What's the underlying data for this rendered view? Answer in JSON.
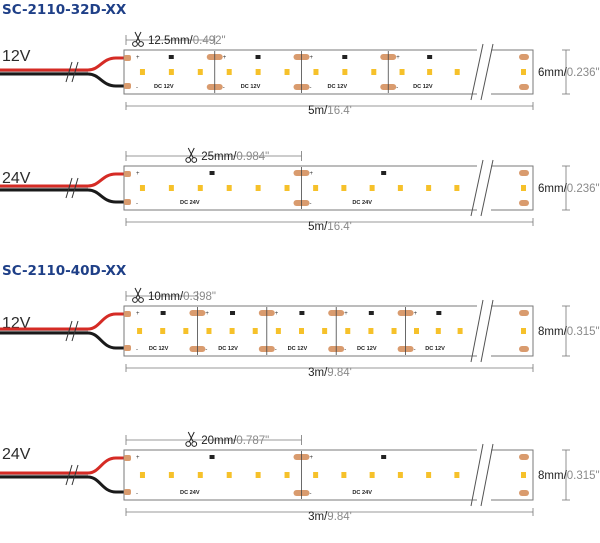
{
  "colors": {
    "title": "#1e3f87",
    "wire_red": "#d52b25",
    "wire_black": "#1a1a1a",
    "led": "#f6c12a",
    "pad": "#d99b6e",
    "strip_border": "#7a7a7a",
    "dimension_line": "#777777",
    "secondary_unit": "#8a8a8a"
  },
  "icons": [
    "scissors-icon",
    "resistor-icon",
    "cut-mark-icon"
  ],
  "groups": [
    {
      "model": "SC-2110-32D-XX",
      "strips": [
        {
          "voltage": "12V",
          "dc_label": "DC 12V",
          "cut_interval_mm": "12.5mm",
          "cut_interval_in": "0.492\"",
          "width_mm": "6mm",
          "width_in": "0.236\"",
          "length_m": "5m",
          "length_ft": "16.4'",
          "cut_segments": 4,
          "leds_per_segment": 3
        },
        {
          "voltage": "24V",
          "dc_label": "DC 24V",
          "cut_interval_mm": "25mm",
          "cut_interval_in": "0.984\"",
          "width_mm": "6mm",
          "width_in": "0.236\"",
          "length_m": "5m",
          "length_ft": "16.4'",
          "cut_segments": 2,
          "leds_per_segment": 6
        }
      ]
    },
    {
      "model": "SC-2110-40D-XX",
      "strips": [
        {
          "voltage": "12V",
          "dc_label": "DC 12V",
          "cut_interval_mm": "10mm",
          "cut_interval_in": "0.398\"",
          "width_mm": "8mm",
          "width_in": "0.315\"",
          "length_m": "3m",
          "length_ft": "9.84'",
          "cut_segments": 5,
          "leds_per_segment": 3
        },
        {
          "voltage": "24V",
          "dc_label": "DC 24V",
          "cut_interval_mm": "20mm",
          "cut_interval_in": "0.787\"",
          "width_mm": "8mm",
          "width_in": "0.315\"",
          "length_m": "3m",
          "length_ft": "9.84'",
          "cut_segments": 2,
          "leds_per_segment": 6
        }
      ]
    }
  ]
}
